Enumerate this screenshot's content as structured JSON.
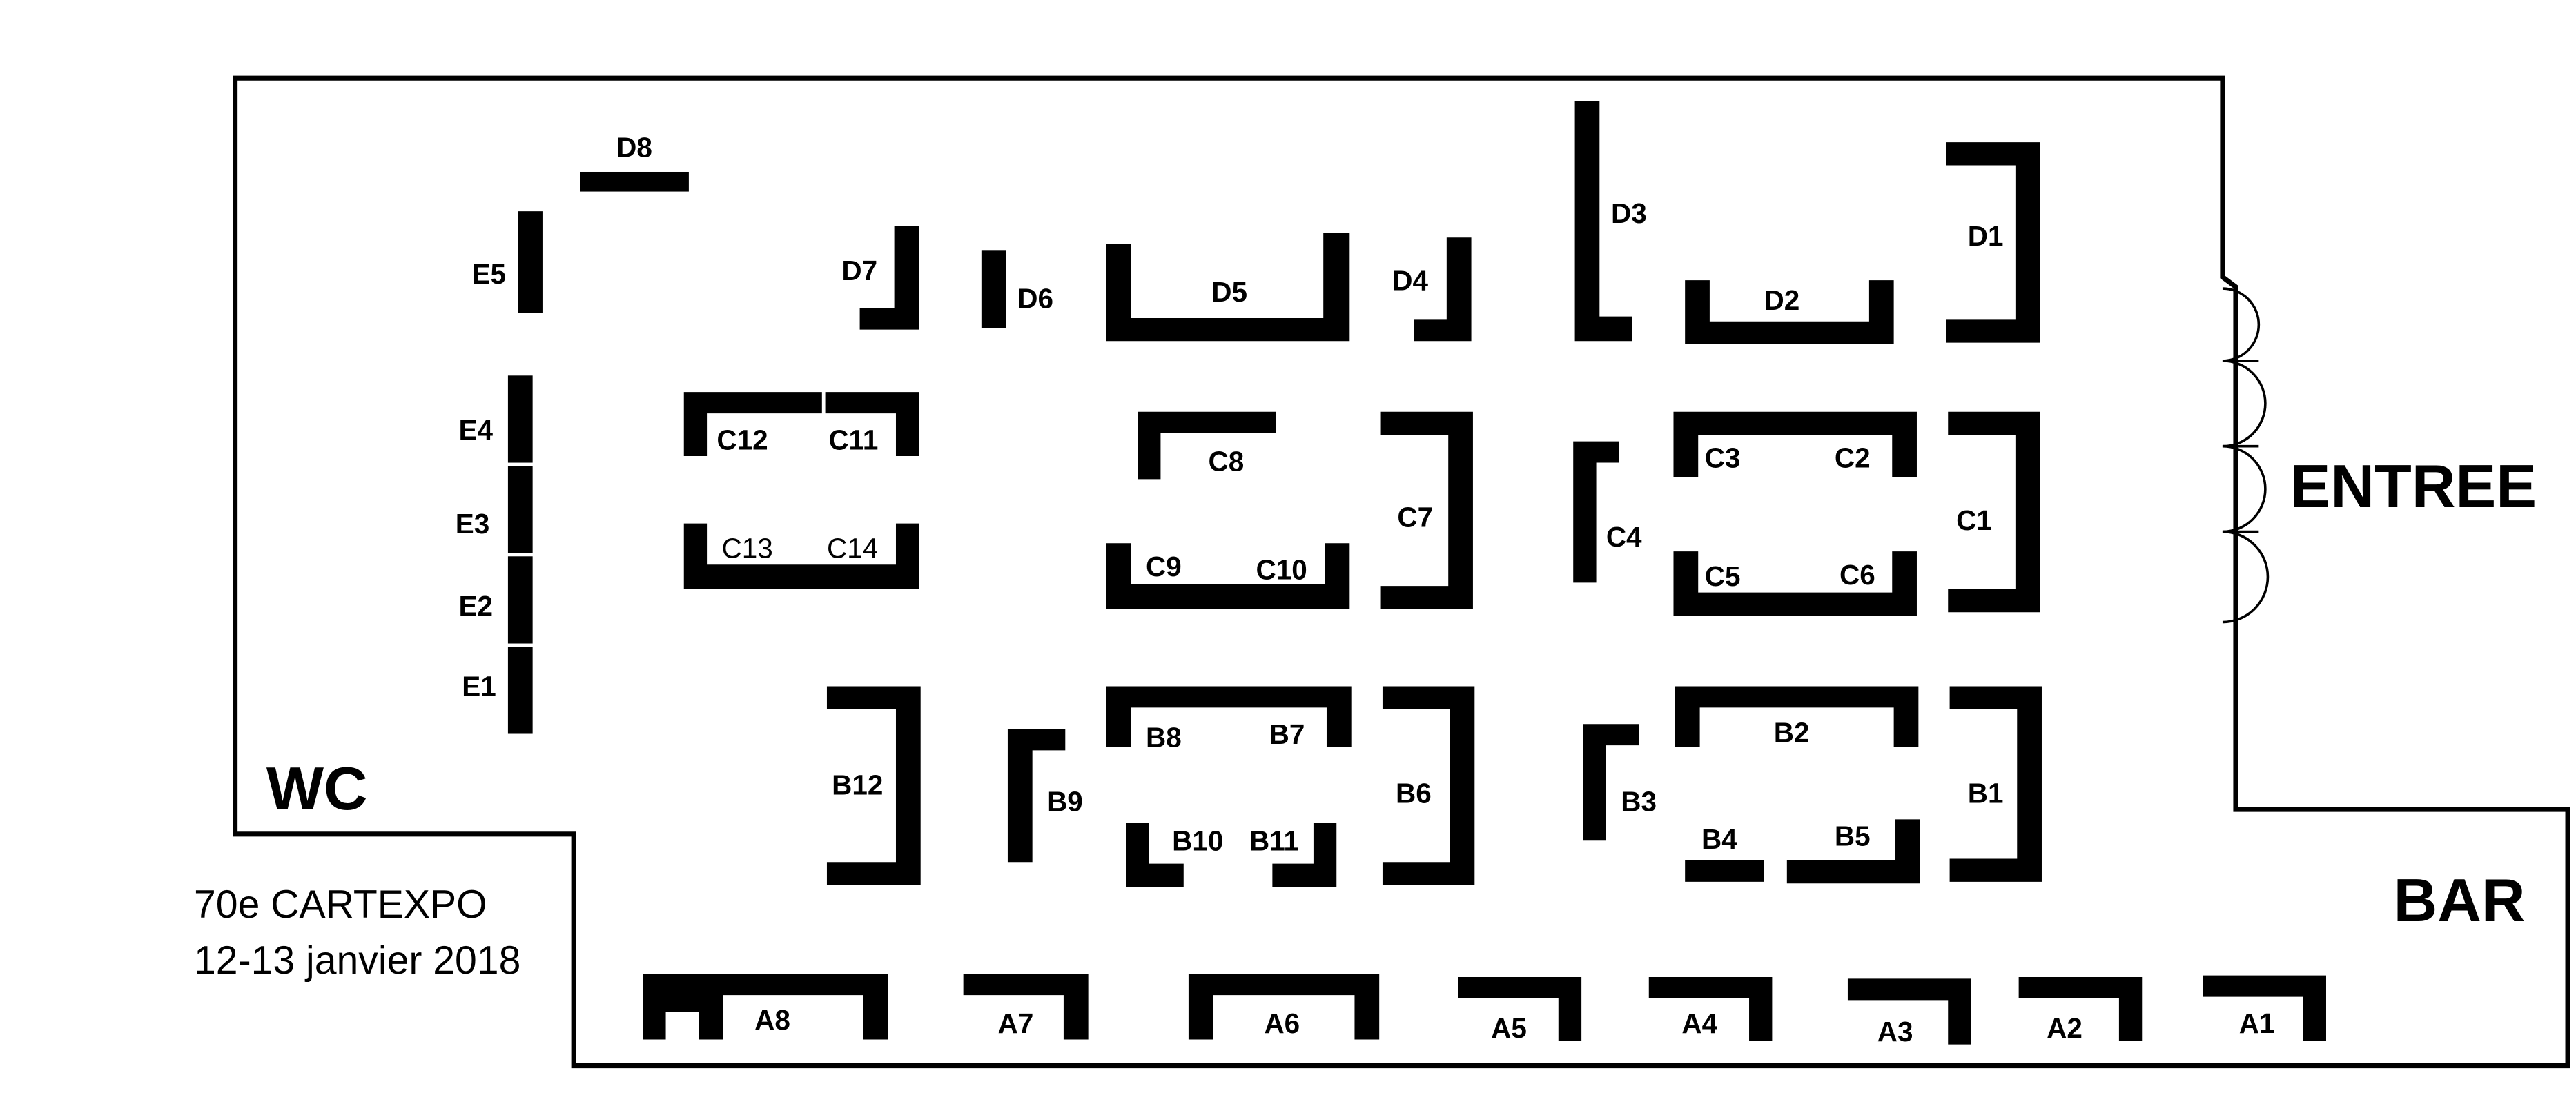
{
  "event": {
    "edition": "70e CARTEXPO",
    "dates": "12-13 janvier 2018"
  },
  "zones": {
    "entrance": "ENTREE",
    "bar": "BAR",
    "toilets": "WC"
  },
  "stands": {
    "A1": "A1",
    "A2": "A2",
    "A3": "A3",
    "A4": "A4",
    "A5": "A5",
    "A6": "A6",
    "A7": "A7",
    "A8": "A8",
    "B1": "B1",
    "B2": "B2",
    "B3": "B3",
    "B4": "B4",
    "B5": "B5",
    "B6": "B6",
    "B7": "B7",
    "B8": "B8",
    "B9": "B9",
    "B10": "B10",
    "B11": "B11",
    "B12": "B12",
    "C1": "C1",
    "C2": "C2",
    "C3": "C3",
    "C4": "C4",
    "C5": "C5",
    "C6": "C6",
    "C7": "C7",
    "C8": "C8",
    "C9": "C9",
    "C10": "C10",
    "C11": "C11",
    "C12": "C12",
    "C13": "C13",
    "C14": "C14",
    "D1": "D1",
    "D2": "D2",
    "D3": "D3",
    "D4": "D4",
    "D5": "D5",
    "D6": "D6",
    "D7": "D7",
    "D8": "D8",
    "E1": "E1",
    "E2": "E2",
    "E3": "E3",
    "E4": "E4",
    "E5": "E5"
  },
  "colors": {
    "ink": "#000000",
    "background": "#ffffff"
  }
}
